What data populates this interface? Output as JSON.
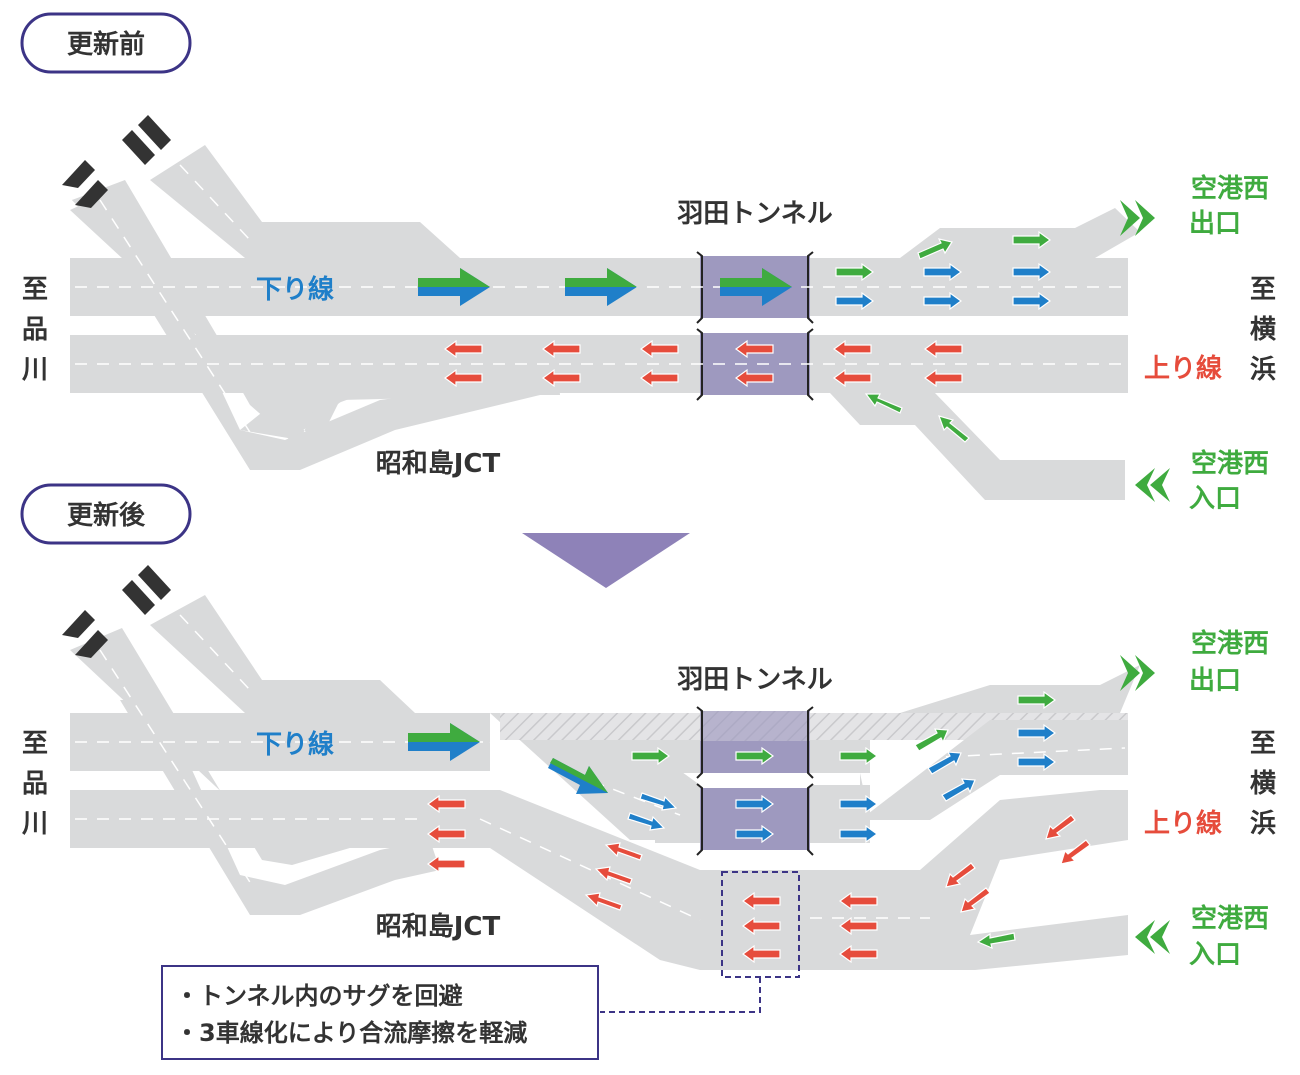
{
  "before": {
    "badge": "更新前",
    "tunnel": "羽田トンネル",
    "down_line": "下り線",
    "up_line": "上り線",
    "jct": "昭和島JCT",
    "exit": [
      "空港西",
      "出口"
    ],
    "entrance": [
      "空港西",
      "入口"
    ],
    "left_dest": [
      "至",
      "品",
      "川"
    ],
    "right_dest": [
      "至",
      "横",
      "浜"
    ]
  },
  "after": {
    "badge": "更新後",
    "tunnel": "羽田トンネル",
    "down_line": "下り線",
    "up_line": "上り線",
    "jct": "昭和島JCT",
    "exit": [
      "空港西",
      "出口"
    ],
    "entrance": [
      "空港西",
      "入口"
    ],
    "left_dest": [
      "至",
      "品",
      "川"
    ],
    "right_dest": [
      "至",
      "横",
      "浜"
    ]
  },
  "callout": [
    "・トンネル内のサグを回避",
    "・3車線化により合流摩擦を軽減"
  ],
  "colors": {
    "road": "#d9dadb",
    "tunnel": "#9e99bf",
    "down": "#1f7fc9",
    "up": "#e64c3c",
    "ramp": "#3fab3f",
    "badge_border": "#3c3486",
    "dest_green": "#3fab3f",
    "down_label": "#1f7fc9",
    "up_label": "#e64c3c",
    "triangle": "#8e82b8",
    "chevron": "#333333"
  }
}
